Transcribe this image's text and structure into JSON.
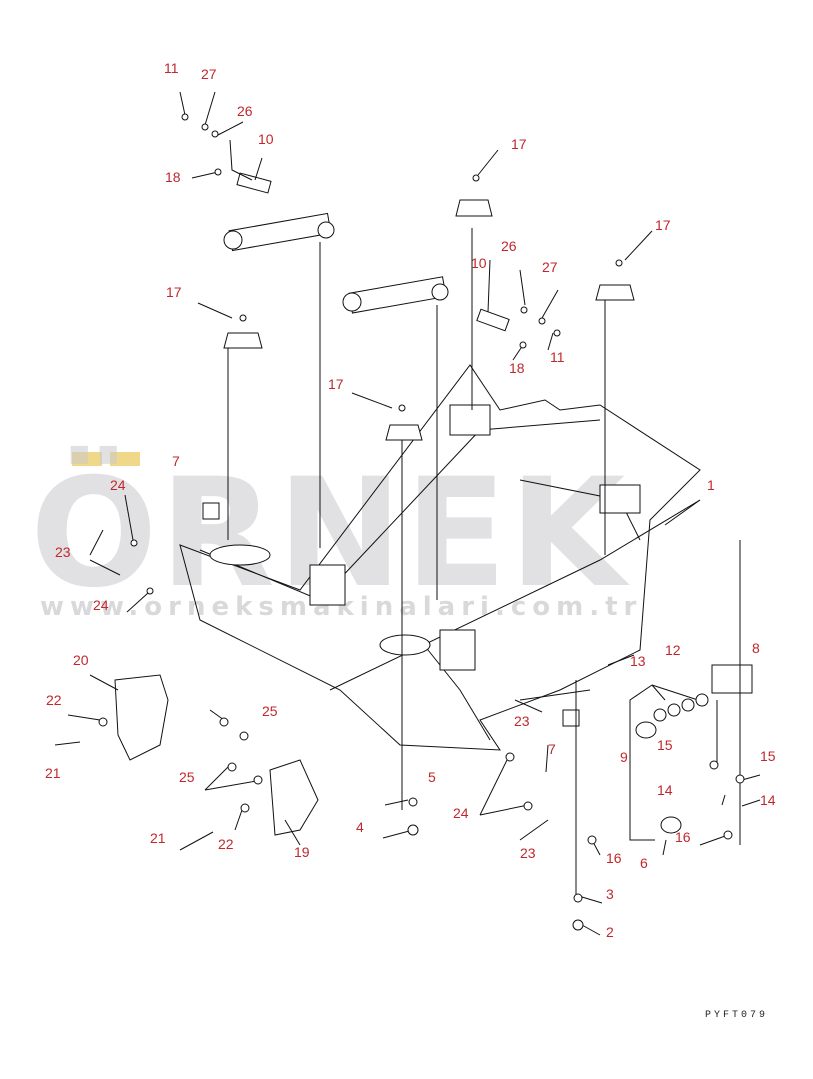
{
  "watermark": {
    "text": "ÖRNEK",
    "url": "www.orneksmakinalari.com.tr",
    "dot_color": "#f0d88a"
  },
  "drawing_code": "PYFT079",
  "callout_color": "#c0282d",
  "callouts": [
    {
      "id": "c11a",
      "label": "11"
    },
    {
      "id": "c27a",
      "label": "27"
    },
    {
      "id": "c26a",
      "label": "26"
    },
    {
      "id": "c10a",
      "label": "10"
    },
    {
      "id": "c18a",
      "label": "18"
    },
    {
      "id": "c17a",
      "label": "17"
    },
    {
      "id": "c10b",
      "label": "10"
    },
    {
      "id": "c26b",
      "label": "26"
    },
    {
      "id": "c27b",
      "label": "27"
    },
    {
      "id": "c17b",
      "label": "17"
    },
    {
      "id": "c11b",
      "label": "11"
    },
    {
      "id": "c18b",
      "label": "18"
    },
    {
      "id": "c17c",
      "label": "17"
    },
    {
      "id": "c17d",
      "label": "17"
    },
    {
      "id": "c7a",
      "label": "7"
    },
    {
      "id": "c1",
      "label": "1"
    },
    {
      "id": "c24a",
      "label": "24"
    },
    {
      "id": "c23a",
      "label": "23"
    },
    {
      "id": "c24b",
      "label": "24"
    },
    {
      "id": "c13",
      "label": "13"
    },
    {
      "id": "c12",
      "label": "12"
    },
    {
      "id": "c8",
      "label": "8"
    },
    {
      "id": "c20",
      "label": "20"
    },
    {
      "id": "c22a",
      "label": "22"
    },
    {
      "id": "c25a",
      "label": "25"
    },
    {
      "id": "c23b",
      "label": "23"
    },
    {
      "id": "c21a",
      "label": "21"
    },
    {
      "id": "c25b",
      "label": "25"
    },
    {
      "id": "c7b",
      "label": "7"
    },
    {
      "id": "c9",
      "label": "9"
    },
    {
      "id": "c15a",
      "label": "15"
    },
    {
      "id": "c15b",
      "label": "15"
    },
    {
      "id": "c5",
      "label": "5"
    },
    {
      "id": "c14a",
      "label": "14"
    },
    {
      "id": "c14b",
      "label": "14"
    },
    {
      "id": "c24c",
      "label": "24"
    },
    {
      "id": "c4",
      "label": "4"
    },
    {
      "id": "c16a",
      "label": "16"
    },
    {
      "id": "c21b",
      "label": "21"
    },
    {
      "id": "c22b",
      "label": "22"
    },
    {
      "id": "c19",
      "label": "19"
    },
    {
      "id": "c23c",
      "label": "23"
    },
    {
      "id": "c16b",
      "label": "16"
    },
    {
      "id": "c6",
      "label": "6"
    },
    {
      "id": "c3",
      "label": "3"
    },
    {
      "id": "c2",
      "label": "2"
    }
  ]
}
